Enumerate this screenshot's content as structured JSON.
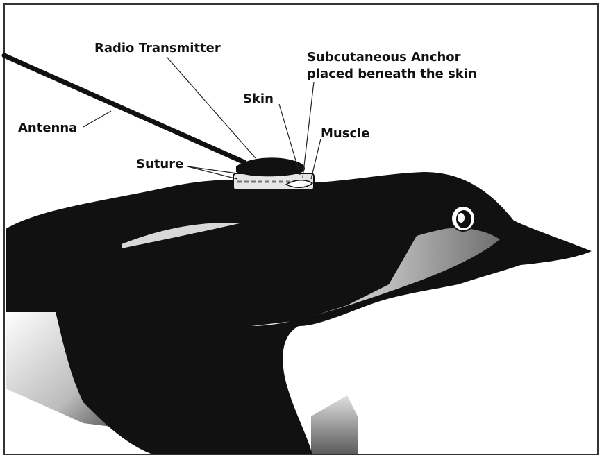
{
  "labels": {
    "radio_transmitter": "Radio Transmitter",
    "anchor_line1": "Subcutaneous Anchor",
    "anchor_line2": "placed beneath the skin",
    "skin": "Skin",
    "muscle": "Muscle",
    "antenna": "Antenna",
    "suture": "Suture"
  },
  "colors": {
    "bird_body": "#111111",
    "belly_light": "#e8e8e8",
    "belly_shade": "#9a9a9a",
    "background": "#ffffff",
    "frame": "#333333"
  }
}
